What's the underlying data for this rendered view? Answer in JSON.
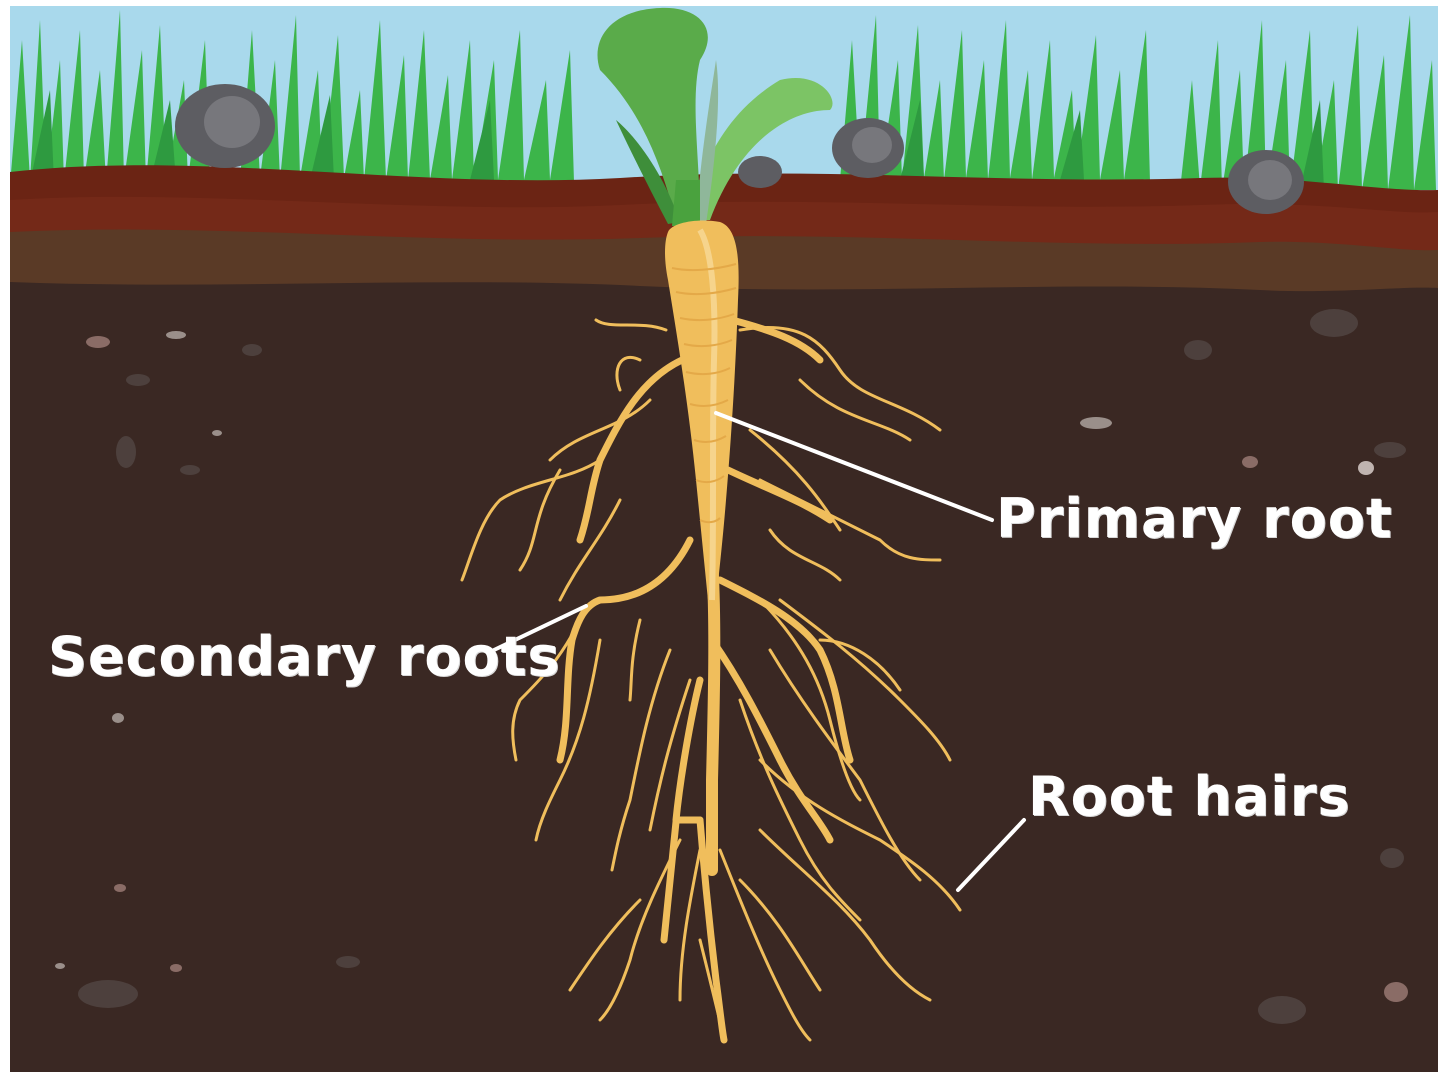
{
  "labels": {
    "primary_root": "Primary root",
    "secondary_roots": "Secondary roots",
    "root_hairs": "Root hairs"
  },
  "colors": {
    "sky": "#a9d9ec",
    "grass": "#3cb54a",
    "topsoil": "#6b2414",
    "midsoil": "#5a3a26",
    "deep_soil": "#3a2823",
    "root": "#f0be5c",
    "leaf": "#5aab4a",
    "stone": "#6f6f73",
    "label_text": "#ffffff"
  }
}
